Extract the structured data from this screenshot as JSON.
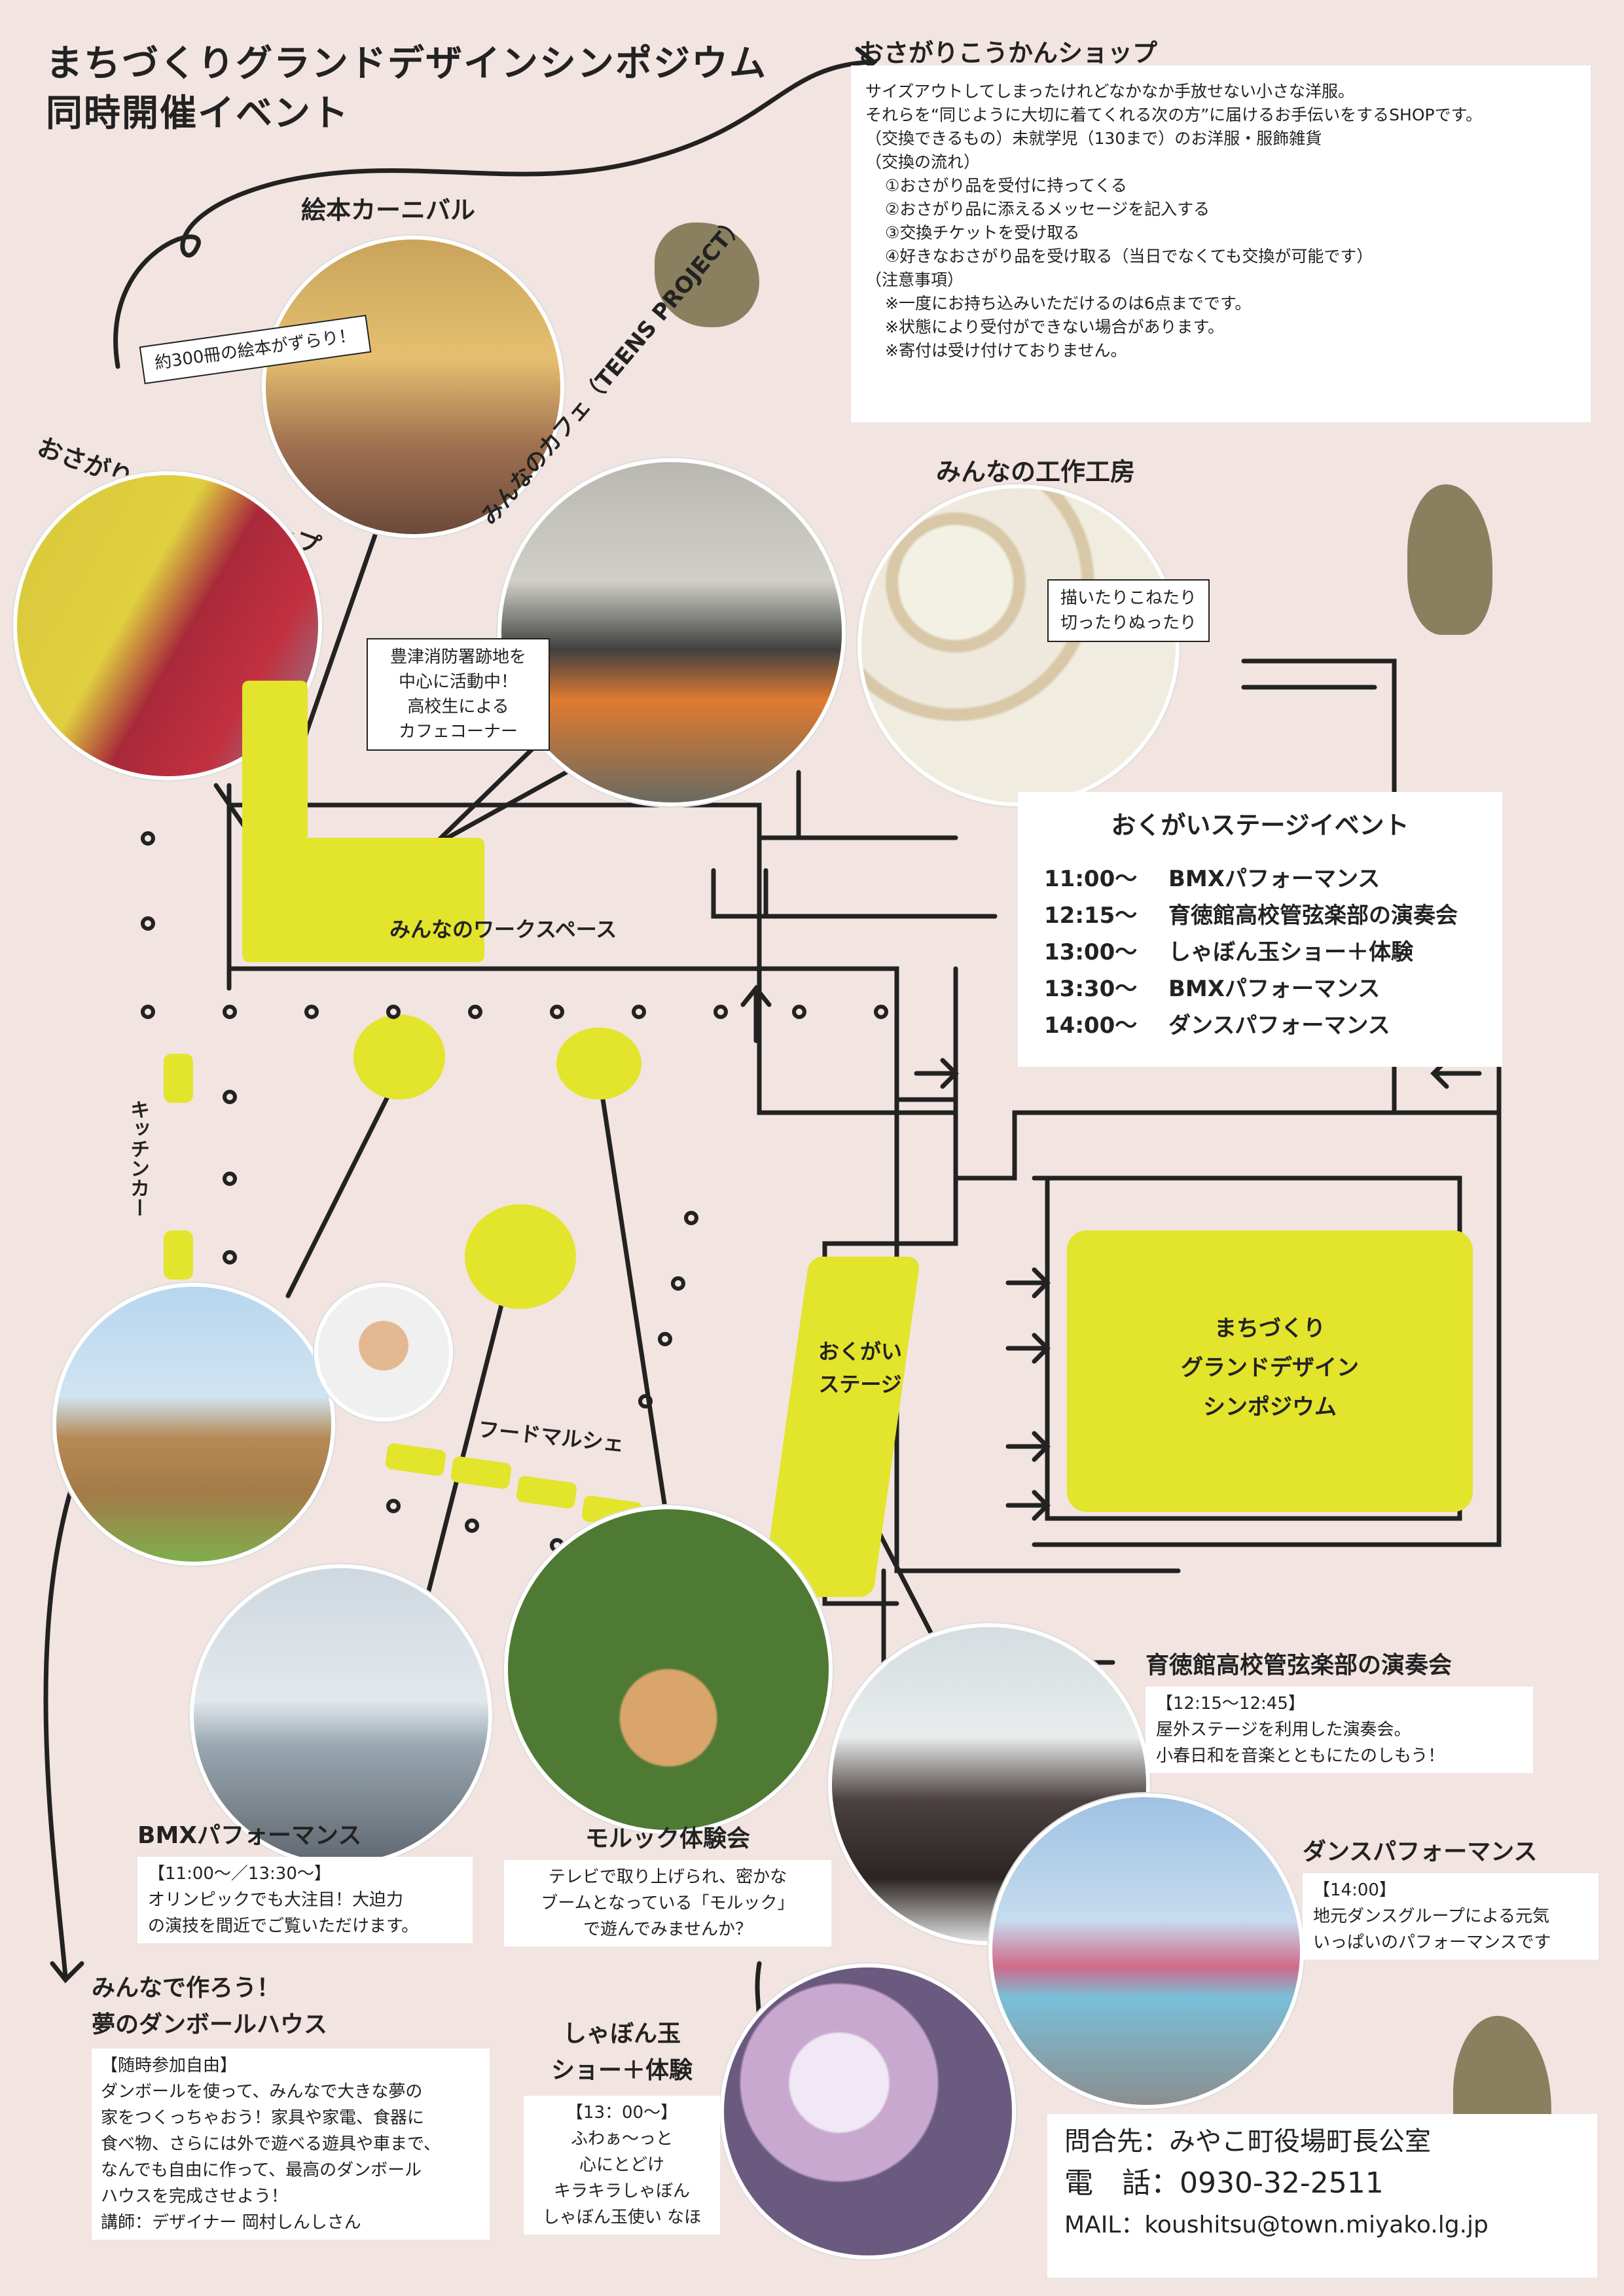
{
  "header": {
    "line1": "まちづくりグランドデザインシンポジウム",
    "line2": "同時開催イベント"
  },
  "shop_info": {
    "title": "おさがりこうかんショップ",
    "lines": [
      "サイズアウトしてしまったけれどなかなか手放せない小さな洋服。",
      "それらを“同じように大切に着てくれる次の方”に届けるお手伝いをするSHOPです。",
      "（交換できるもの）未就学児（130まで）のお洋服・服飾雑貨",
      "（交換の流れ）",
      "①おさがり品を受付に持ってくる",
      "②おさがり品に添えるメッセージを記入する",
      "③交換チケットを受け取る",
      "④好きなおさがり品を受け取る（当日でなくても交換が可能です）",
      "（注意事項）",
      "※一度にお持ち込みいただけるのは6点までです。",
      "※状態により受付ができない場合があります。",
      "※寄付は受け付けておりません。"
    ]
  },
  "circles": {
    "ehon_title": "絵本カーニバル",
    "ehon_label": "約300冊の絵本がずらり！",
    "shop_title": "おさがりこうかんショップ",
    "cafe_title": "みんなのカフェ（TEENS PROJECT）",
    "cafe_label": [
      "豊津消防署跡地を",
      "中心に活動中！",
      "高校生による",
      "カフェコーナー"
    ],
    "kobo_title": "みんなの工作工房",
    "kobo_label": [
      "描いたりこねたり",
      "切ったりぬったり"
    ]
  },
  "map": {
    "workspace": "みんなのワークスペース",
    "kitchen": "キッチンカー",
    "food": "フードマルシェ",
    "stage": [
      "おくがい",
      "ステージ"
    ],
    "symposium": [
      "まちづくり",
      "グランドデザイン",
      "シンポジウム"
    ]
  },
  "stage_events": {
    "title": "おくがいステージイベント",
    "rows": [
      {
        "time": "11:00〜",
        "name": "BMXパフォーマンス"
      },
      {
        "time": "12:15〜",
        "name": "育徳館高校管弦楽部の演奏会"
      },
      {
        "time": "13:00〜",
        "name": "しゃぼん玉ショー＋体験"
      },
      {
        "time": "13:30〜",
        "name": "BMXパフォーマンス"
      },
      {
        "time": "14:00〜",
        "name": "ダンスパフォーマンス"
      }
    ]
  },
  "events": {
    "orchestra_title": "育徳館高校管弦楽部の演奏会",
    "orchestra_lines": [
      "【12:15〜12:45】",
      "屋外ステージを利用した演奏会。",
      "小春日和を音楽とともにたのしもう！"
    ],
    "dance_title": "ダンスパフォーマンス",
    "dance_lines": [
      "【14:00】",
      "地元ダンスグループによる元気",
      "いっぱいのパフォーマンスです"
    ],
    "bmx_title": "BMXパフォーマンス",
    "bmx_lines": [
      "【11:00〜／13:30〜】",
      "オリンピックでも大注目！大迫力",
      "の演技を間近でご覧いただけます。"
    ],
    "molkky_title": "モルック体験会",
    "molkky_lines": [
      "テレビで取り上げられ、密かな",
      "ブームとなっている「モルック」",
      "で遊んでみませんか？"
    ],
    "house_title": [
      "みんなで作ろう！",
      "夢のダンボールハウス"
    ],
    "house_lines": [
      "【随時参加自由】",
      "ダンボールを使って、みんなで大きな夢の",
      "家をつくっちゃおう！家具や家電、食器に",
      "食べ物、さらには外で遊べる遊具や車まで、",
      "なんでも自由に作って、最高のダンボール",
      "ハウスを完成させよう！",
      "講師：デザイナー 岡村しんしさん"
    ],
    "bubble_title": [
      "しゃぼん玉",
      "ショー＋体験"
    ],
    "bubble_lines": [
      "【13：00〜】",
      "ふわぁ〜っと",
      "心にとどけ",
      "キラキラしゃぼん",
      "しゃぼん玉使い なほ"
    ]
  },
  "contact": {
    "l1": "問合先：みやこ町役場町長公室",
    "l2": "電　話：0930-32-2511",
    "l3": "MAIL：koushitsu@town.miyako.lg.jp"
  },
  "colors": {
    "background": "#f2e4e1",
    "accent": "#e3e42c",
    "ink": "#222222"
  }
}
